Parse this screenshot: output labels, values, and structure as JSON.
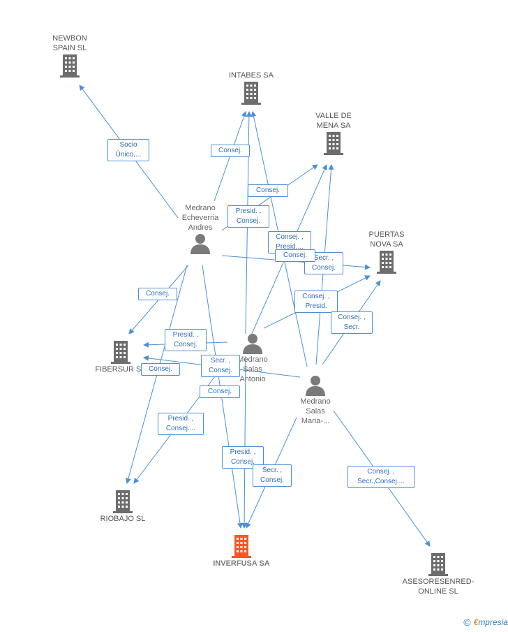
{
  "companies": [
    {
      "id": "newbon",
      "label": "NEWBON\nSPAIN  SL"
    },
    {
      "id": "intabes",
      "label": "INTABES SA"
    },
    {
      "id": "valle",
      "label": "VALLE DE\nMENA SA"
    },
    {
      "id": "puertas",
      "label": "PUERTAS\nNOVA SA"
    },
    {
      "id": "fibersur",
      "label": "FIBERSUR SA"
    },
    {
      "id": "riobajo",
      "label": "RIOBAJO SL"
    },
    {
      "id": "inverfusa",
      "label": "INVERFUSA SA"
    },
    {
      "id": "asesores",
      "label": "ASESORESENRED-\nONLINE  SL"
    }
  ],
  "persons": [
    {
      "id": "andres",
      "label": "Medrano\nEcheverria\nAndres"
    },
    {
      "id": "antonio",
      "label": "Medrano\nSalas\nAntonio"
    },
    {
      "id": "maria",
      "label": "Medrano\nSalas\nMaria-..."
    }
  ],
  "edge_labels": [
    {
      "id": "socio",
      "text": "Socio\nÚnico,..."
    },
    {
      "id": "e1",
      "text": "Consej."
    },
    {
      "id": "e2",
      "text": "Consej."
    },
    {
      "id": "e3",
      "text": "Presid. ,\nConsej."
    },
    {
      "id": "e4",
      "text": "Consej. ,\nPresid...."
    },
    {
      "id": "e5",
      "text": "Secr. ,\nConsej."
    },
    {
      "id": "e6",
      "text": "Consej."
    },
    {
      "id": "e7",
      "text": "Consej."
    },
    {
      "id": "e8",
      "text": "Consej. ,\nPresid."
    },
    {
      "id": "e9",
      "text": "Consej. ,\nSecr."
    },
    {
      "id": "e10",
      "text": "Presid. ,\nConsej."
    },
    {
      "id": "e11",
      "text": "Consej."
    },
    {
      "id": "e12",
      "text": "Secr. ,\nConsej."
    },
    {
      "id": "e13",
      "text": "Consej."
    },
    {
      "id": "e14",
      "text": "Presid. ,\nConsej...."
    },
    {
      "id": "e15",
      "text": "Presid. ,\nConsej."
    },
    {
      "id": "e16",
      "text": "Secr. ,\nConsej."
    },
    {
      "id": "e17",
      "text": "Consej. ,\nSecr.,Consej...."
    }
  ],
  "footer": {
    "copyright": "©",
    "brand_e": "€",
    "brand_rest": "mpresia"
  },
  "colors": {
    "edge": "#4a8fd8",
    "company": "#6d6d6d",
    "focus": "#f05a28",
    "person": "#7a7a7a"
  }
}
